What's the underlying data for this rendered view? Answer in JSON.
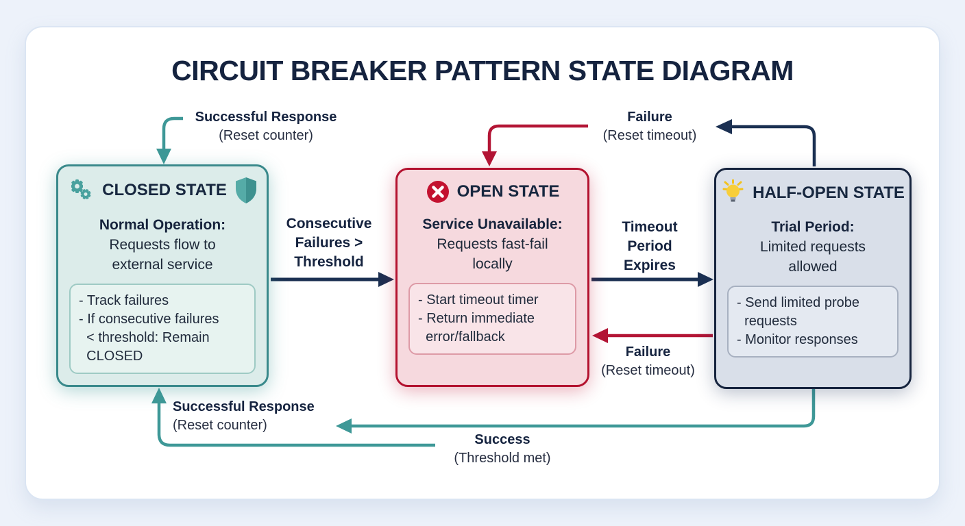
{
  "title": "CIRCUIT BREAKER PATTERN STATE DIAGRAM",
  "colors": {
    "page_bg": "#edf2fa",
    "card_bg": "#ffffff",
    "title_text": "#15233f",
    "teal_arrow": "#3e9897",
    "red_arrow": "#b31535",
    "navy_arrow": "#1b3052",
    "closed_bg": "#dcecea",
    "closed_border": "#39898b",
    "open_bg": "#f6d9de",
    "open_border": "#b3122f",
    "half_open_bg": "#d9dfe9",
    "half_open_border": "#16243e"
  },
  "states": {
    "closed": {
      "title": "CLOSED STATE",
      "icons": [
        "gears-icon",
        "shield-icon"
      ],
      "summary_bold": "Normal Operation:",
      "summary": "Requests flow to\nexternal service",
      "details": "- Track failures\n- If consecutive failures\n  < threshold: Remain\n  CLOSED"
    },
    "open": {
      "title": "OPEN STATE",
      "icons": [
        "x-circle-icon"
      ],
      "summary_bold": "Service Unavailable:",
      "summary": "Requests fast-fail\nlocally",
      "details": "- Start timeout timer\n- Return immediate\n  error/fallback"
    },
    "half_open": {
      "title": "HALF-OPEN STATE",
      "icons": [
        "lightbulb-icon"
      ],
      "summary_bold": "Trial Period:",
      "summary": "Limited requests\nallowed",
      "details": "- Send limited probe\n  requests\n- Monitor responses"
    }
  },
  "transitions": {
    "closed_self_success": {
      "bold": "Successful Response",
      "sub": "(Reset counter)"
    },
    "half_open_to_open_top": {
      "bold": "Failure",
      "sub": "(Reset timeout)"
    },
    "closed_to_open": {
      "lines": "Consecutive\nFailures >\nThreshold"
    },
    "open_to_half_open": {
      "lines": "Timeout\nPeriod\nExpires"
    },
    "half_open_to_open_mid": {
      "bold": "Failure",
      "sub": "(Reset timeout)"
    },
    "half_open_to_closed": {
      "bold": "Successful Response",
      "sub": "(Reset counter)"
    },
    "success_to_closed": {
      "bold": "Success",
      "sub": "(Threshold met)"
    }
  }
}
